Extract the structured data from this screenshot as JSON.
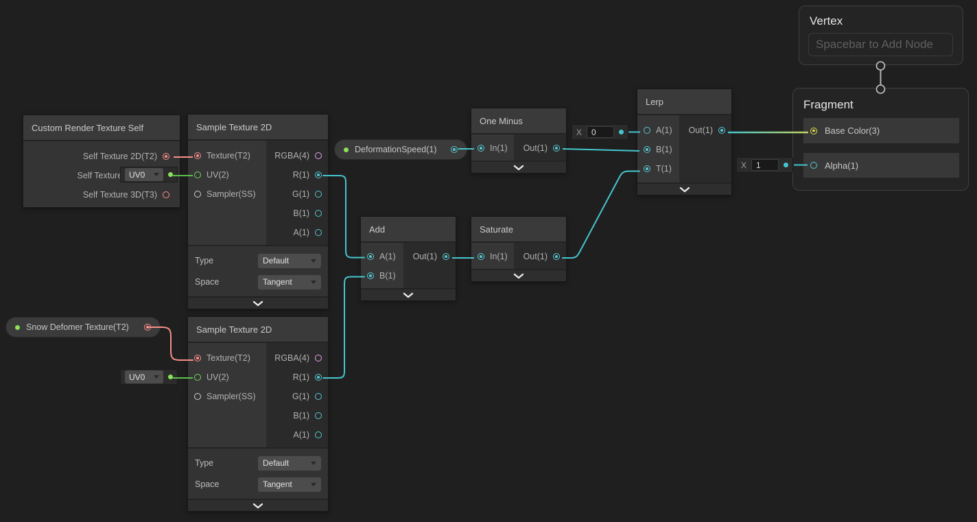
{
  "nodes": {
    "custom_render_texture_self": {
      "title": "Custom Render Texture Self",
      "outputs": [
        {
          "label": "Self Texture 2D(T2)"
        },
        {
          "label": "Self Texture Cube(C)"
        },
        {
          "label": "Self Texture 3D(T3)"
        }
      ]
    },
    "sample_texture_2d_top": {
      "title": "Sample Texture 2D",
      "inputs": [
        {
          "label": "Texture(T2)"
        },
        {
          "label": "UV(2)"
        },
        {
          "label": "Sampler(SS)"
        }
      ],
      "outputs": [
        {
          "label": "RGBA(4)"
        },
        {
          "label": "R(1)"
        },
        {
          "label": "G(1)"
        },
        {
          "label": "B(1)"
        },
        {
          "label": "A(1)"
        }
      ],
      "controls": [
        {
          "label": "Type",
          "value": "Default"
        },
        {
          "label": "Space",
          "value": "Tangent"
        }
      ]
    },
    "sample_texture_2d_bottom": {
      "title": "Sample Texture 2D",
      "inputs": [
        {
          "label": "Texture(T2)"
        },
        {
          "label": "UV(2)"
        },
        {
          "label": "Sampler(SS)"
        }
      ],
      "outputs": [
        {
          "label": "RGBA(4)"
        },
        {
          "label": "R(1)"
        },
        {
          "label": "G(1)"
        },
        {
          "label": "B(1)"
        },
        {
          "label": "A(1)"
        }
      ],
      "controls": [
        {
          "label": "Type",
          "value": "Default"
        },
        {
          "label": "Space",
          "value": "Tangent"
        }
      ]
    },
    "one_minus": {
      "title": "One Minus",
      "inputs": [
        {
          "label": "In(1)"
        }
      ],
      "outputs": [
        {
          "label": "Out(1)"
        }
      ]
    },
    "add": {
      "title": "Add",
      "inputs": [
        {
          "label": "A(1)"
        },
        {
          "label": "B(1)"
        }
      ],
      "outputs": [
        {
          "label": "Out(1)"
        }
      ]
    },
    "saturate": {
      "title": "Saturate",
      "inputs": [
        {
          "label": "In(1)"
        }
      ],
      "outputs": [
        {
          "label": "Out(1)"
        }
      ]
    },
    "lerp": {
      "title": "Lerp",
      "inputs": [
        {
          "label": "A(1)"
        },
        {
          "label": "B(1)"
        },
        {
          "label": "T(1)"
        }
      ],
      "outputs": [
        {
          "label": "Out(1)"
        }
      ]
    },
    "vertex": {
      "title": "Vertex",
      "placeholder": "Spacebar to Add Node"
    },
    "fragment": {
      "title": "Fragment",
      "inputs": [
        {
          "label": "Base Color(3)"
        },
        {
          "label": "Alpha(1)"
        }
      ]
    }
  },
  "properties": [
    {
      "label": "DeformationSpeed(1)"
    },
    {
      "label": "Snow Defomer Texture(T2)"
    }
  ],
  "widgets": {
    "lerp_a_default": {
      "label": "X",
      "value": "0"
    },
    "alpha_default": {
      "label": "X",
      "value": "1"
    },
    "uv_top": {
      "value": "UV0"
    },
    "uv_bottom": {
      "value": "UV0"
    }
  },
  "colors": {
    "canvas_background": "#1f1f1f",
    "wire_cyan": "#45c7cf",
    "wire_green": "#5cc24a",
    "wire_salmon": "#f89088",
    "wire_gradient_end": "#c8d95e",
    "port_cyan": "#55c8d2",
    "port_salmon": "#ff8d8d",
    "port_green": "#79d163",
    "port_pink": "#eba3eb",
    "port_yellow": "#e9e44f",
    "property_dot_green": "#8ce05a"
  }
}
